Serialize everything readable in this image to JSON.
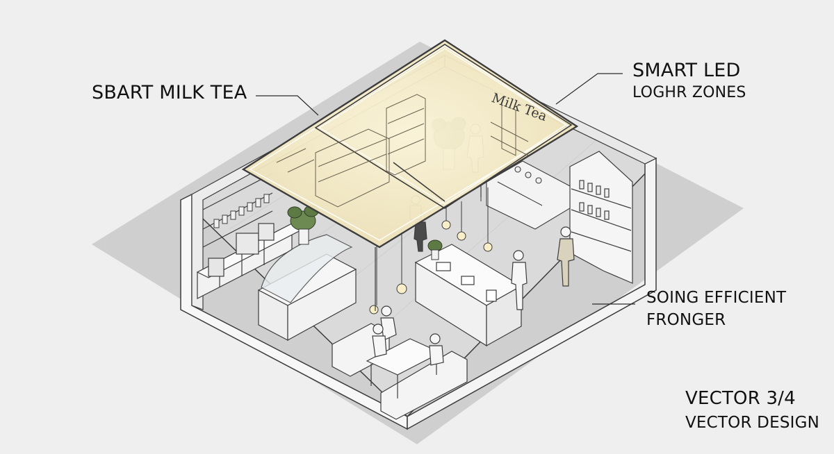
{
  "callouts": {
    "sbart_milk_tea": "SBART MILK TEA",
    "smart_led_title": "SMART LED",
    "smart_led_subtitle": "LOGHR ZONES",
    "soing_line1": "SOING EFFICIENT",
    "soing_line2": "FRONGER",
    "vector_line1": "VECTOR  3/4",
    "vector_line2": "VECTOR DESIGN"
  },
  "store_sign": "Milk Tea",
  "colors": {
    "background": "#efefef",
    "floor_shadow": "#cfcfcf",
    "floor": "#dcdcdc",
    "wall": "#f7f7f7",
    "outline": "#3c3c3c",
    "led_glow": "#f3e9c6",
    "plant": "#5d7a44"
  }
}
